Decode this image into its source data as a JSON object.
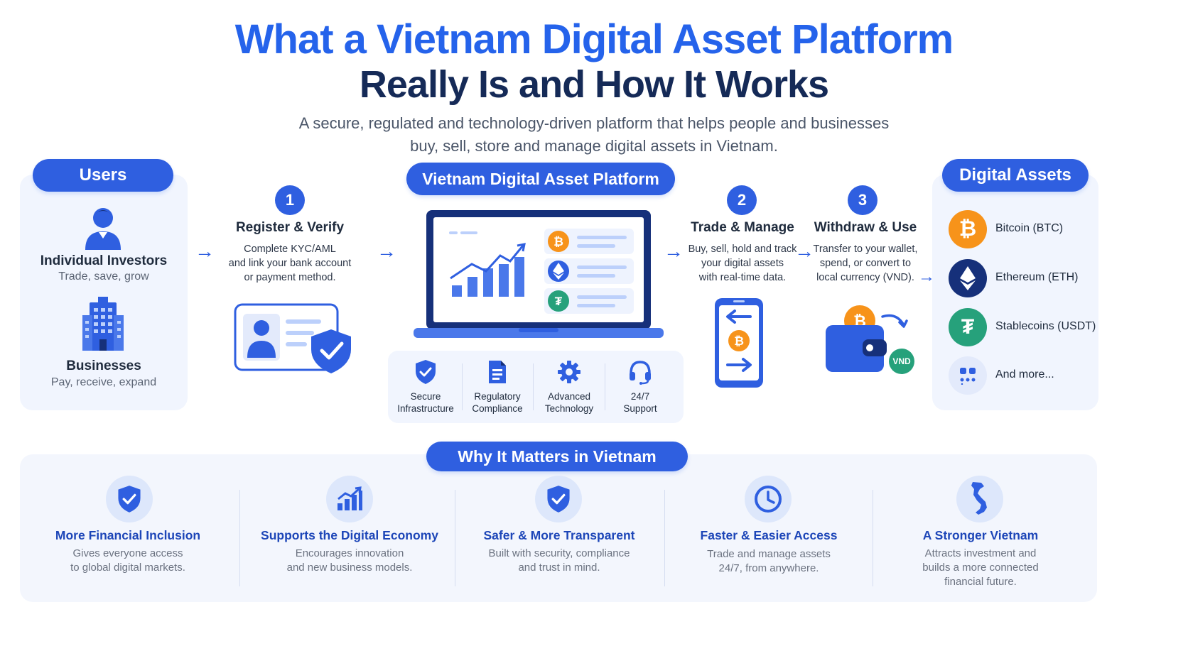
{
  "header": {
    "title_line1": "What a Vietnam Digital Asset Platform",
    "title_line2": "Really Is and How It Works",
    "subtitle_line1": "A secure, regulated and technology-driven platform that helps people and businesses",
    "subtitle_line2": "buy, sell, store and manage digital assets in Vietnam."
  },
  "users": {
    "label": "Users",
    "individual": {
      "title": "Individual Investors",
      "desc": "Trade, save, grow",
      "icon": "person-icon"
    },
    "business": {
      "title": "Businesses",
      "desc": "Pay, receive, expand",
      "icon": "building-icon"
    }
  },
  "steps": [
    {
      "num": "1",
      "title": "Register & Verify",
      "desc_lines": [
        "Complete KYC/AML",
        "and link your bank account",
        "or payment method."
      ]
    },
    {
      "num": "2",
      "title": "Trade & Manage",
      "desc_lines": [
        "Buy, sell, hold and track",
        "your digital assets",
        "with real-time data."
      ]
    },
    {
      "num": "3",
      "title": "Withdraw & Use",
      "desc_lines": [
        "Transfer to your wallet,",
        "spend, or convert to",
        "local currency (VND)."
      ]
    }
  ],
  "platform": {
    "label": "Vietnam Digital Asset Platform",
    "features": [
      {
        "line1": "Secure",
        "line2": "Infrastructure",
        "icon": "shield-check-icon"
      },
      {
        "line1": "Regulatory",
        "line2": "Compliance",
        "icon": "document-icon"
      },
      {
        "line1": "Advanced",
        "line2": "Technology",
        "icon": "gear-icon"
      },
      {
        "line1": "24/7",
        "line2": "Support",
        "icon": "headset-icon"
      }
    ]
  },
  "wallet": {
    "currency_badge": "VND"
  },
  "assets": {
    "label": "Digital Assets",
    "items": [
      {
        "name": "Bitcoin (BTC)",
        "icon": "bitcoin-icon",
        "color": "#f7931a"
      },
      {
        "name": "Ethereum (ETH)",
        "icon": "ethereum-icon",
        "color": "#2f5fe0"
      },
      {
        "name": "Stablecoins (USDT)",
        "icon": "tether-icon",
        "color": "#26a17b"
      },
      {
        "name": "And more...",
        "icon": "grid-icon",
        "color": "#e3eafb"
      }
    ]
  },
  "why": {
    "label": "Why It Matters in Vietnam",
    "items": [
      {
        "title": "More Financial Inclusion",
        "desc_lines": [
          "Gives everyone access",
          "to global digital markets."
        ],
        "icon": "shield-check-icon"
      },
      {
        "title": "Supports the Digital Economy",
        "desc_lines": [
          "Encourages innovation",
          "and new business models."
        ],
        "icon": "growth-chart-icon"
      },
      {
        "title": "Safer & More Transparent",
        "desc_lines": [
          "Built with security, compliance",
          "and trust in mind."
        ],
        "icon": "shield-check-icon"
      },
      {
        "title": "Faster & Easier Access",
        "desc_lines": [
          "Trade and manage assets",
          "24/7, from anywhere."
        ],
        "icon": "clock-icon"
      },
      {
        "title": "A Stronger Vietnam",
        "desc_lines": [
          "Attracts investment and",
          "builds a more connected",
          "financial future."
        ],
        "icon": "vietnam-map-icon"
      }
    ]
  },
  "colors": {
    "primary": "#2f5fe0",
    "title_blue": "#2563eb",
    "navy": "#152a57",
    "bitcoin": "#f7931a",
    "tether": "#26a17b",
    "panel_bg": "#f1f5fe"
  }
}
